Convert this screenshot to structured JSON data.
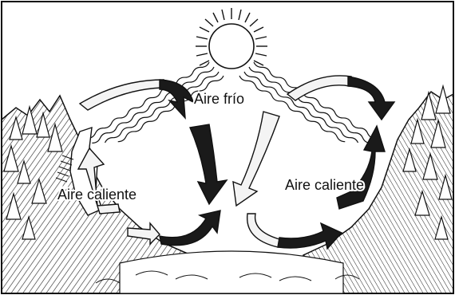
{
  "labels": {
    "cold_air": "Aire frío",
    "warm_air_left": "Aire caliente",
    "warm_air_right": "Aire caliente"
  },
  "colors": {
    "ink": "#111111",
    "dark_arrow": "#1a1a1a",
    "light_arrow": "#f4f4f4",
    "background": "#ffffff"
  },
  "icons": {
    "sun": "sun-icon",
    "arrows": "curved-arrow-icon"
  }
}
